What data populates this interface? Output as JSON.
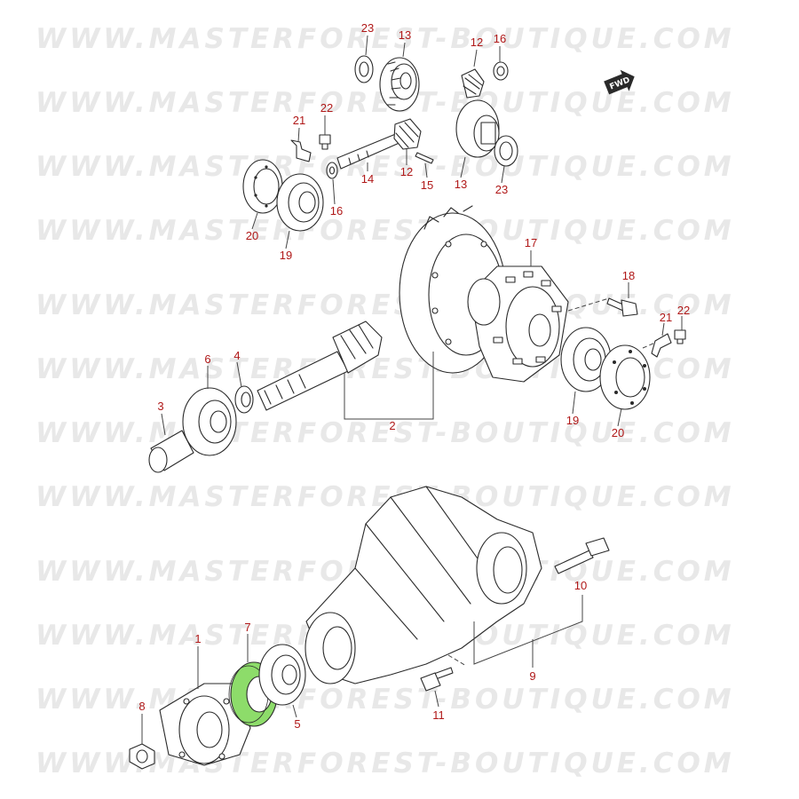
{
  "watermark": "WWW.MASTERFOREST-BOUTIQUE.COM",
  "direction_badge": "FWD",
  "highlight_color": "#8ddc6a",
  "callout_color": "#b01818",
  "callouts": {
    "n23a": "23",
    "n13a": "13",
    "n12a": "12",
    "n16a": "16",
    "n21a": "21",
    "n22a": "22",
    "n12b": "12",
    "n14": "14",
    "n15": "15",
    "n16b": "16",
    "n13b": "13",
    "n23b": "23",
    "n20a": "20",
    "n19a": "19",
    "n17": "17",
    "n18": "18",
    "n21b": "21",
    "n22b": "22",
    "n6": "6",
    "n4": "4",
    "n3": "3",
    "n2": "2",
    "n19b": "19",
    "n20b": "20",
    "n10": "10",
    "n1": "1",
    "n7": "7",
    "n9": "9",
    "n8": "8",
    "n5": "5",
    "n11": "11"
  }
}
